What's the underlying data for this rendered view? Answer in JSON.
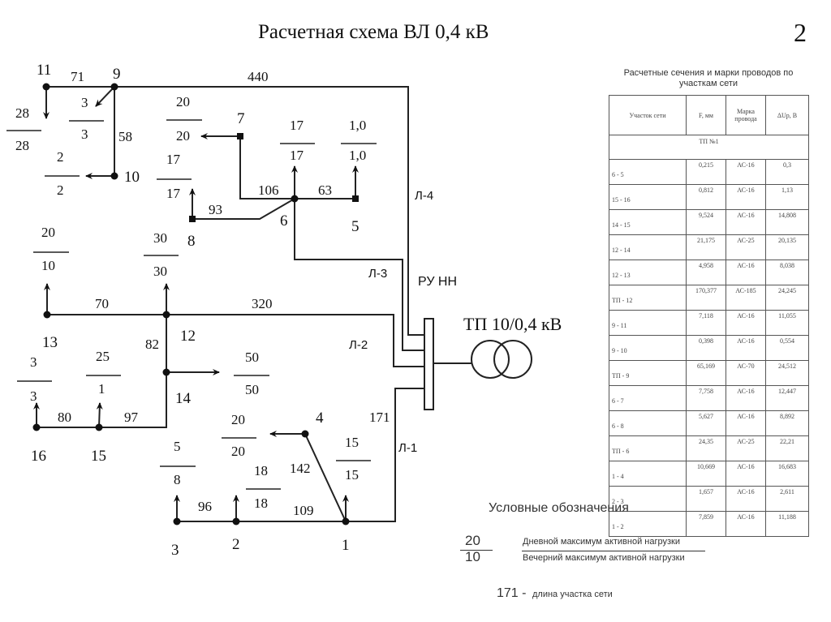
{
  "header": {
    "title": "Расчетная схема ВЛ 0,4 кВ",
    "page_number": "2"
  },
  "scheme": {
    "substation_label": "ТП 10/0,4 кВ",
    "switchgear_label": "РУ НН",
    "lines": [
      "Л-1",
      "Л-2",
      "Л-3",
      "Л-4"
    ],
    "nodes": [
      "1",
      "2",
      "3",
      "4",
      "5",
      "6",
      "7",
      "8",
      "9",
      "10",
      "11",
      "12",
      "13",
      "14",
      "15",
      "16"
    ],
    "section_lengths": {
      "11-9": "71",
      "9-ТП": "440",
      "9-10": "58",
      "7-6": "106",
      "6-5": "63",
      "8-6": "93",
      "13-12": "70",
      "12-ТП": "320",
      "12-14": "82",
      "16-15": "80",
      "15-14": "97",
      "3-2": "96",
      "2-1": "109",
      "1-4": "142",
      "1-ТП": "171"
    },
    "loads": [
      {
        "node": "11",
        "day": "28",
        "evening": "28"
      },
      {
        "node": "9",
        "day": "3",
        "evening": "3"
      },
      {
        "node": "10",
        "day": "2",
        "evening": "2"
      },
      {
        "node": "7",
        "day": "20",
        "evening": "20"
      },
      {
        "node": "8",
        "day": "17",
        "evening": "17"
      },
      {
        "node": "6",
        "day": "17",
        "evening": "17"
      },
      {
        "node": "5",
        "day": "1,0",
        "evening": "1,0"
      },
      {
        "node": "13",
        "day": "20",
        "evening": "10"
      },
      {
        "node": "12",
        "day": "30",
        "evening": "30"
      },
      {
        "node": "14",
        "day": "50",
        "evening": "50"
      },
      {
        "node": "16",
        "day": "3",
        "evening": "3"
      },
      {
        "node": "15",
        "day": "25",
        "evening": "1"
      },
      {
        "node": "3",
        "day": "5",
        "evening": "8"
      },
      {
        "node": "2",
        "day": "18",
        "evening": "18"
      },
      {
        "node": "4",
        "day": "20",
        "evening": "20"
      },
      {
        "node": "1",
        "day": "15",
        "evening": "15"
      }
    ]
  },
  "table": {
    "title": "Расчетные сечения и марки проводов по участкам сети",
    "headers": [
      "Участок сети",
      "F, мм",
      "Марка провода",
      "ΔUр, В"
    ],
    "subheader": "ТП №1",
    "rows": [
      [
        "6 - 5",
        "0,215",
        "АС-16",
        "0,3"
      ],
      [
        "15 - 16",
        "0,812",
        "АС-16",
        "1,13"
      ],
      [
        "14 - 15",
        "9,524",
        "АС-16",
        "14,808"
      ],
      [
        "12 - 14",
        "21,175",
        "АС-25",
        "20,135"
      ],
      [
        "12 - 13",
        "4,958",
        "АС-16",
        "8,038"
      ],
      [
        "ТП - 12",
        "170,377",
        "АС-185",
        "24,245"
      ],
      [
        "9 - 11",
        "7,118",
        "АС-16",
        "11,055"
      ],
      [
        "9 - 10",
        "0,398",
        "АС-16",
        "0,554"
      ],
      [
        "ТП - 9",
        "65,169",
        "АС-70",
        "24,512"
      ],
      [
        "6 - 7",
        "7,758",
        "АС-16",
        "12,447"
      ],
      [
        "6 - 8",
        "5,627",
        "АС-16",
        "8,892"
      ],
      [
        "ТП - 6",
        "24,35",
        "АС-25",
        "22,21"
      ],
      [
        "1 - 4",
        "10,669",
        "АС-16",
        "16,683"
      ],
      [
        "2 - 3",
        "1,657",
        "АС-16",
        "2,611"
      ],
      [
        "1 - 2",
        "7,859",
        "АС-16",
        "11,188"
      ]
    ]
  },
  "legend": {
    "title": "Условные обозначения",
    "example_day": "20",
    "example_evening": "10",
    "day_text": "Дневной максимум активной нагрузки",
    "evening_text": "Вечерний максимум активной нагрузки",
    "length_example": "171 -",
    "length_text": "длина участка сети"
  }
}
